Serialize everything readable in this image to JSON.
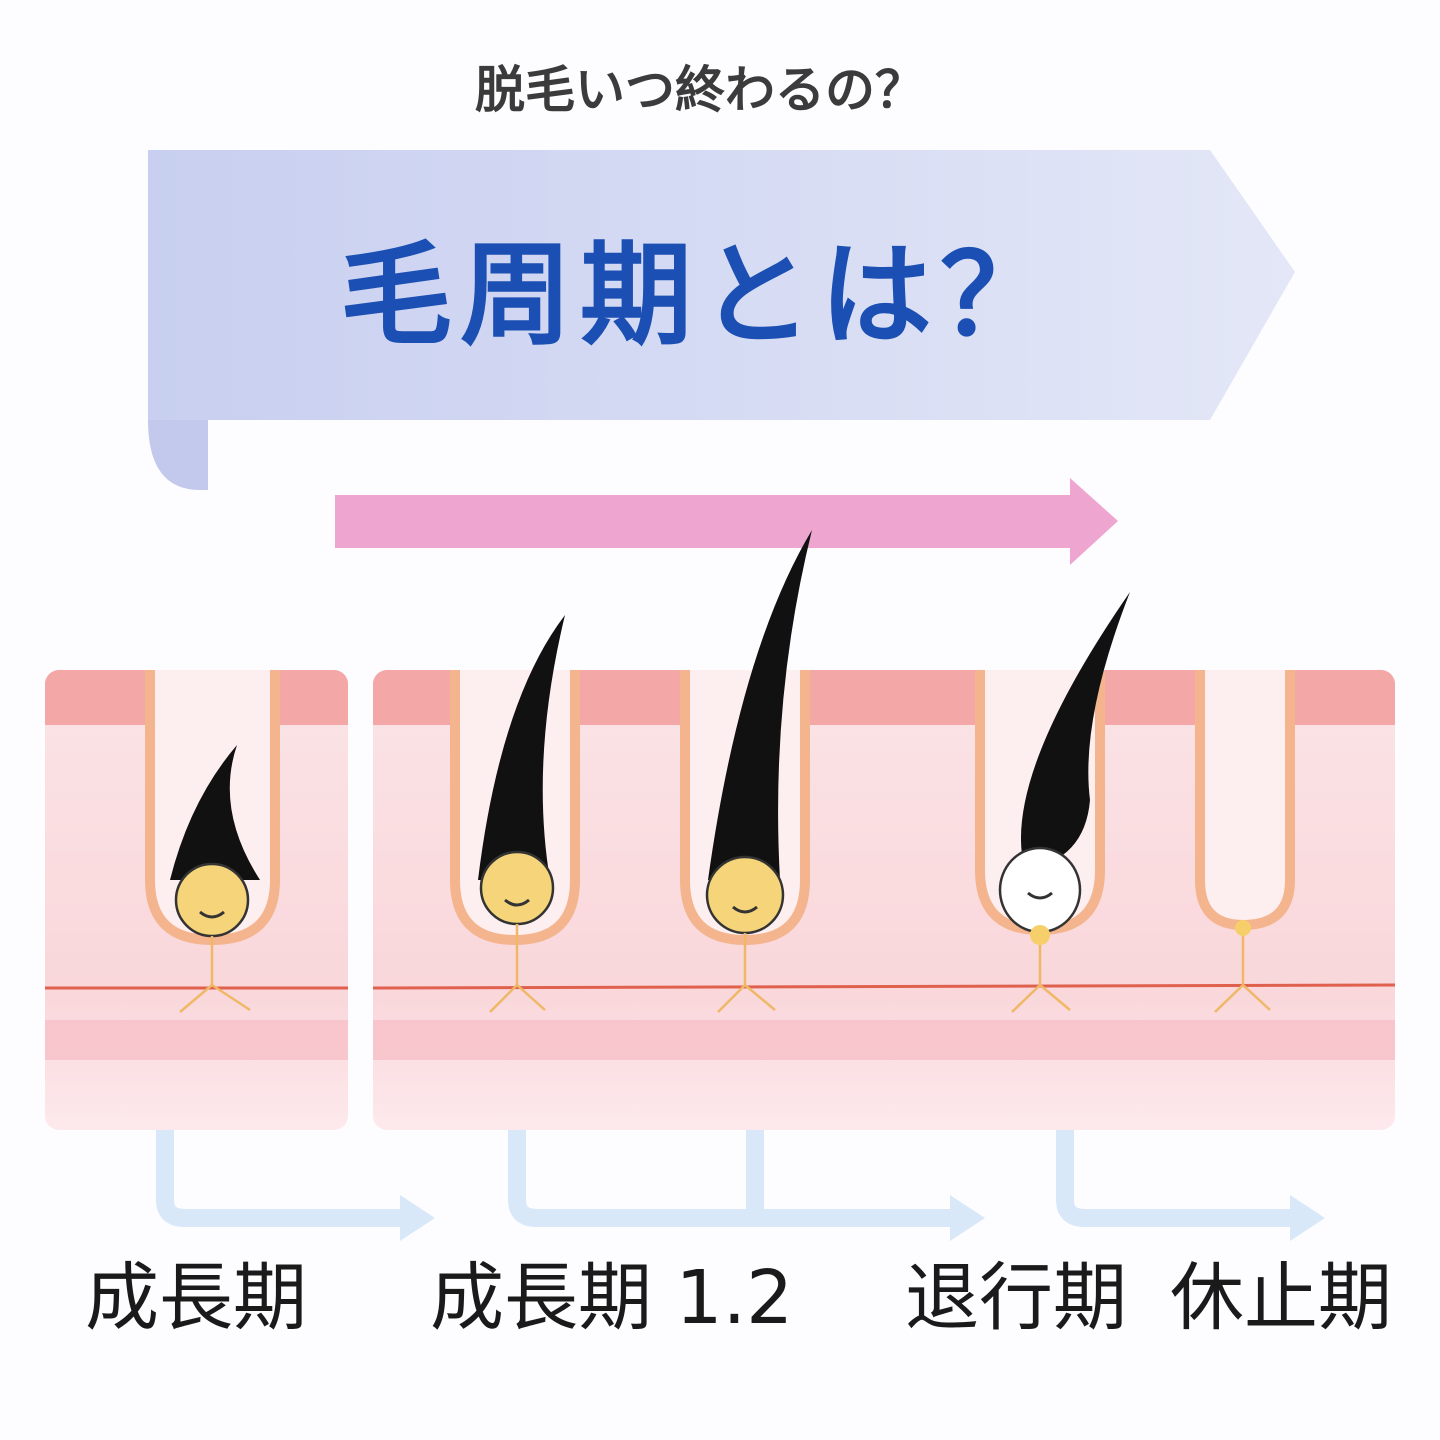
{
  "subtitle": "脱毛いつ終わるの？",
  "heading": "毛周期とは？",
  "stages": [
    {
      "label": "成長期"
    },
    {
      "label": "成長期 1.2"
    },
    {
      "label": "退行期"
    },
    {
      "label": "休止期"
    }
  ],
  "colors": {
    "banner": "#cdd4f1",
    "heading": "#1b4fb3",
    "pink_arrow": "#eea6d0",
    "stage_arrows": "#d9e8f8",
    "skin": "#f9dadd",
    "skin_top": "#f3a7a6"
  }
}
